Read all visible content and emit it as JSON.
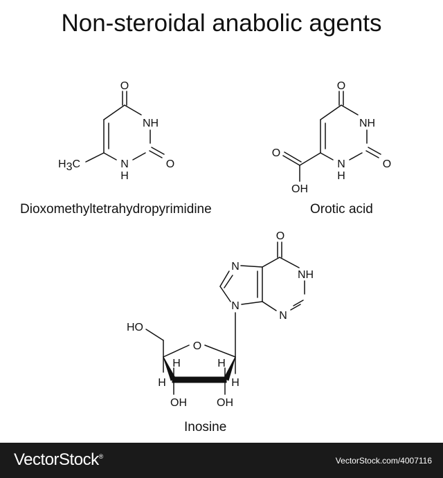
{
  "title": "Non-steroidal anabolic agents",
  "molecules": [
    {
      "name": "Dioxomethyltetrahydropyrimidine"
    },
    {
      "name": "Orotic acid"
    },
    {
      "name": "Inosine"
    }
  ],
  "atoms": {
    "O": "O",
    "N": "N",
    "NH": "NH",
    "H": "H",
    "OH": "OH",
    "HO": "HO",
    "H3C_main": "H",
    "H3C_sub": "3",
    "H3C_tail": "C"
  },
  "footer": {
    "brand": "VectorStock",
    "reg_mark": "®",
    "image_id": "VectorStock.com/4007116"
  },
  "colors": {
    "ink": "#111111",
    "footer_bg": "#1a1a1a",
    "footer_text": "#ffffff"
  }
}
